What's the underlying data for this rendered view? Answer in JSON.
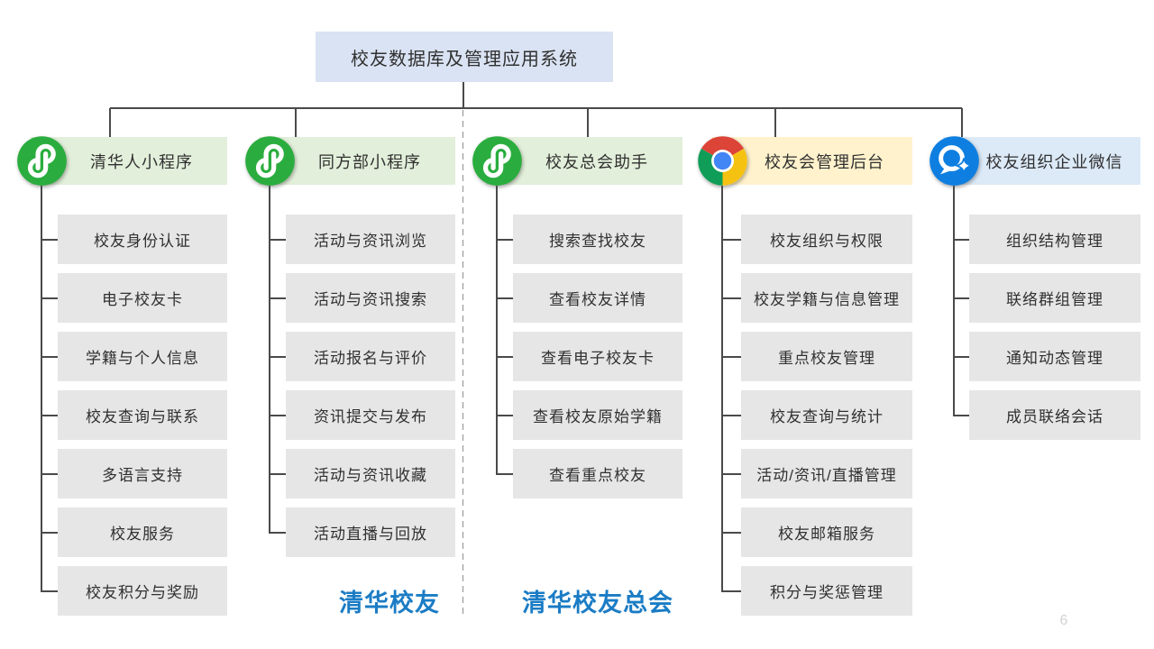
{
  "root": {
    "title": "校友数据库及管理应用系统"
  },
  "page_number": "6",
  "columns": [
    {
      "name": "tsinghuaren-miniprogram",
      "label": "清华人小程序",
      "icon": "wechat-miniprogram-icon",
      "header_bg": "#e2efda",
      "items": [
        "校友身份认证",
        "电子校友卡",
        "学籍与个人信息",
        "校友查询与联系",
        "多语言支持",
        "校友服务",
        "校友积分与奖励"
      ]
    },
    {
      "name": "tongfangbu-miniprogram",
      "label": "同方部小程序",
      "icon": "wechat-miniprogram-icon",
      "header_bg": "#e2efda",
      "items": [
        "活动与资讯浏览",
        "活动与资讯搜索",
        "活动报名与评价",
        "资讯提交与发布",
        "活动与资讯收藏",
        "活动直播与回放"
      ],
      "footer_label": "清华校友"
    },
    {
      "name": "xiaoyou-zonghui-zhushou",
      "label": "校友总会助手",
      "icon": "wechat-miniprogram-icon",
      "header_bg": "#e2efda",
      "items": [
        "搜索查找校友",
        "查看校友详情",
        "查看电子校友卡",
        "查看校友原始学籍",
        "查看重点校友"
      ],
      "footer_label": "清华校友总会"
    },
    {
      "name": "xiaoyouhui-guanli-houtai",
      "label": "校友会管理后台",
      "icon": "chrome-icon",
      "header_bg": "#fff2cc",
      "items": [
        "校友组织与权限",
        "校友学籍与信息管理",
        "重点校友管理",
        "校友查询与统计",
        "活动/资讯/直播管理",
        "校友邮箱服务",
        "积分与奖惩管理"
      ]
    },
    {
      "name": "xiaoyou-zuzhi-qiye-weixin",
      "label": "校友组织企业微信",
      "icon": "wecom-icon",
      "header_bg": "#dce9f7",
      "items": [
        "组织结构管理",
        "联络群组管理",
        "通知动态管理",
        "成员联络会话"
      ]
    }
  ],
  "colors": {
    "root_bg": "#dae3f3",
    "item_bg": "#e7e6e6",
    "connector": "#4a4a4a",
    "dashed_line": "#8f8f8f",
    "footer_text": "#1b7cc5",
    "page_number_text": "#d2d2d2",
    "miniprogram_green": "#2aad3e",
    "wecom_blue": "#0e7fe1",
    "chrome_red": "#db4437",
    "chrome_yellow": "#f5c211",
    "chrome_green": "#109d58",
    "chrome_blue": "#4285f4"
  }
}
